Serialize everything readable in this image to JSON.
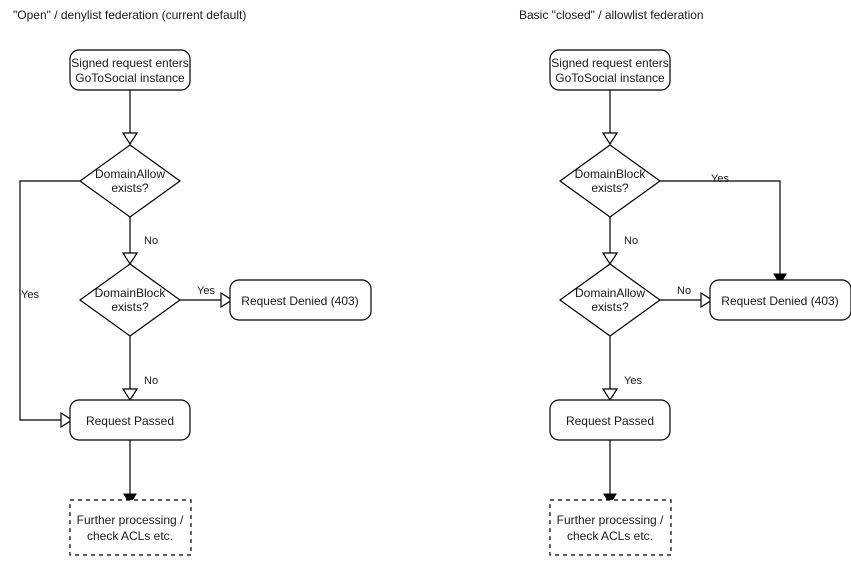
{
  "diagrams": [
    {
      "id": "open-denylist",
      "title": "\"Open\" / denylist federation (current default)",
      "nodes": {
        "entry_line1": "Signed request enters",
        "entry_line2": "GoToSocial instance",
        "decision1_line1": "DomainAllow",
        "decision1_line2": "exists?",
        "decision2_line1": "DomainBlock",
        "decision2_line2": "exists?",
        "denied": "Request Denied (403)",
        "passed": "Request Passed",
        "further_line1": "Further processing /",
        "further_line2": "check ACLs etc."
      },
      "edge_labels": {
        "allow_yes": "Yes",
        "allow_no": "No",
        "block_yes": "Yes",
        "block_no": "No"
      }
    },
    {
      "id": "closed-allowlist",
      "title": "Basic \"closed\" / allowlist federation",
      "nodes": {
        "entry_line1": "Signed request enters",
        "entry_line2": "GoToSocial instance",
        "decision1_line1": "DomainBlock",
        "decision1_line2": "exists?",
        "decision2_line1": "DomainAllow",
        "decision2_line2": "exists?",
        "denied": "Request Denied (403)",
        "passed": "Request Passed",
        "further_line1": "Further processing /",
        "further_line2": "check ACLs etc."
      },
      "edge_labels": {
        "block_yes": "Yes",
        "block_no": "No",
        "allow_no": "No",
        "allow_yes": "Yes"
      }
    }
  ],
  "style": {
    "stroke_color": "#000000",
    "fill_color": "#ffffff",
    "text_color": "#1a1a1a"
  }
}
